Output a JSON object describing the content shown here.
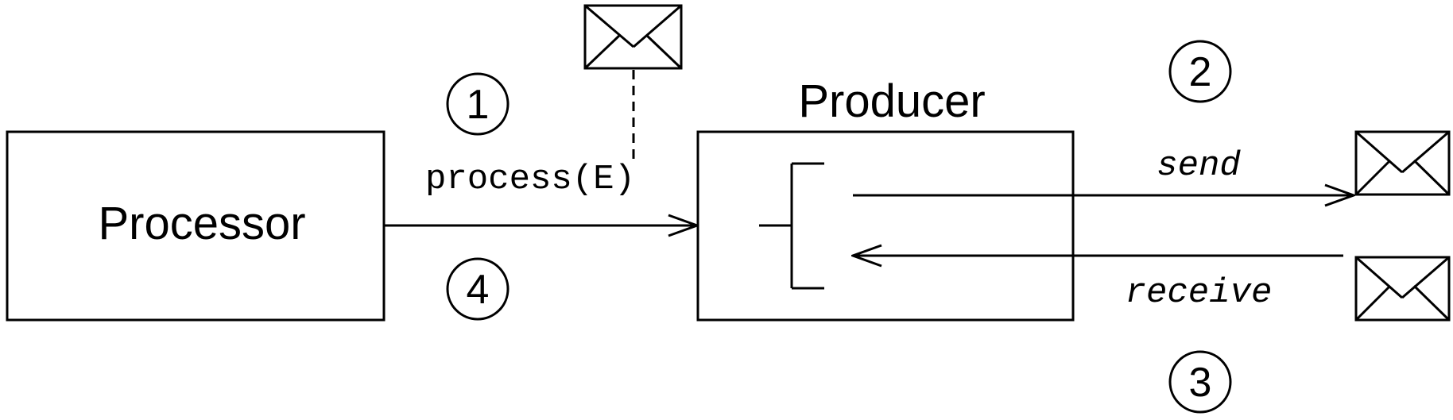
{
  "nodes": {
    "processor": "Processor",
    "producer": "Producer"
  },
  "edges": {
    "process": "process(E)",
    "send": "send",
    "receive": "receive"
  },
  "steps": {
    "step1": "1",
    "step2": "2",
    "step3": "3",
    "step4": "4"
  },
  "icons": {
    "message": "envelope-icon"
  },
  "colors": {
    "stroke": "#000000",
    "background": "#ffffff"
  }
}
